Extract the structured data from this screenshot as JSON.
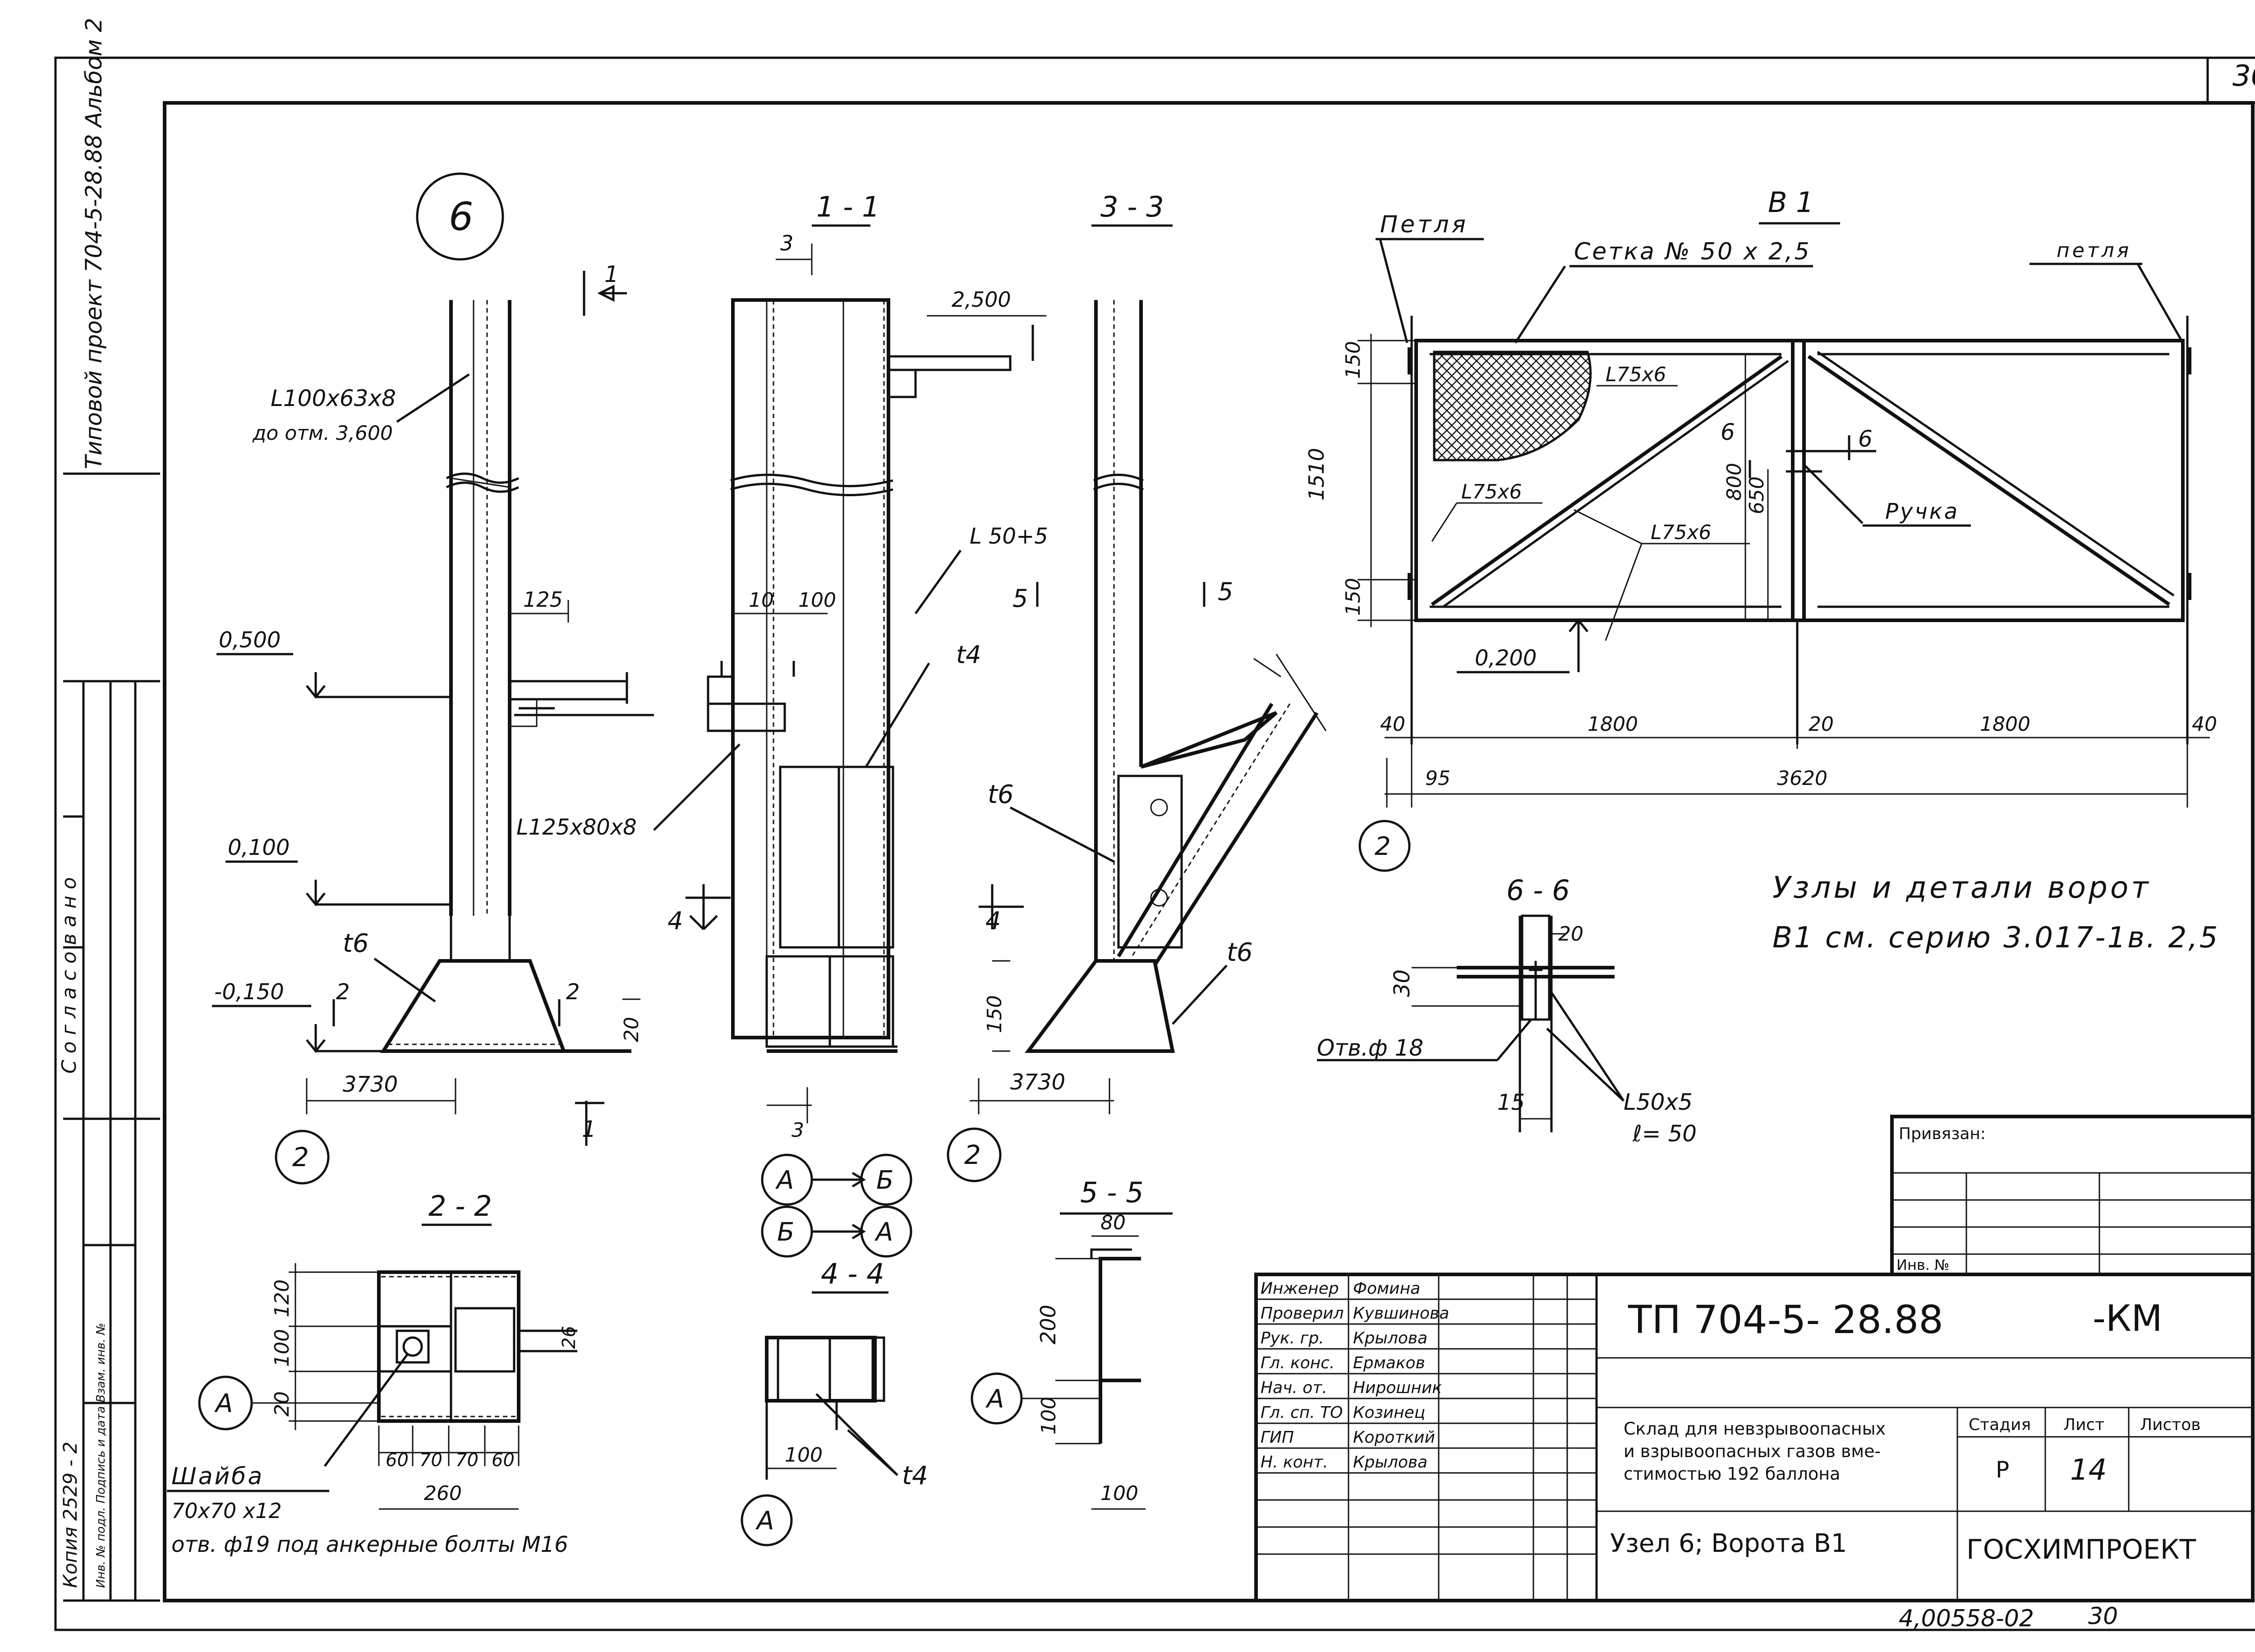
{
  "sheet": {
    "sheet_number": "30",
    "side_note": "Типовой проект 704-5-28.88 Альбом 2",
    "side_coord": "Согласовано",
    "side_inv": "Инв. № подл. Подпись и дата Взам. инв. №",
    "side_num": "Копия 2529 - 2"
  },
  "node6": {
    "badge": "6",
    "section_mark": "1",
    "l100": "L100x63x8",
    "l100_note": "до отм. 3,600",
    "dim125": "125",
    "lvl_0500": "0,500",
    "l125": "L125x80x8",
    "lvl_0100": "0,100",
    "t6": "t6",
    "lvl_m0150": "-0,150",
    "sec2": "2",
    "dim20": "20",
    "dim3730": "3730",
    "axis": "2"
  },
  "sec11": {
    "title": "1 - 1",
    "dim3": "3",
    "dim2500": "2,500",
    "l50": "L 50+5",
    "dim10": "10",
    "dim100": "100",
    "t4": "t4",
    "sec4": "4",
    "dim3b": "3",
    "axisA": "А",
    "axisB": "Б",
    "axisB2": "Б",
    "axisA2": "А"
  },
  "sec33": {
    "title": "3 - 3",
    "sec5a": "5",
    "sec5b": "5",
    "t6a": "t6",
    "t6b": "t6",
    "sec4": "4",
    "dim150": "150",
    "dim3730": "3730",
    "axis": "2"
  },
  "gate": {
    "title": "В 1",
    "petlya_l": "Петля",
    "setka": "Сетка № 50 x 2,5",
    "petlya_r": "петля",
    "dim150a": "150",
    "dim1510": "1510",
    "dim150b": "150",
    "l75a": "L75x6",
    "l75b": "L75x6",
    "l75c": "L75x6",
    "dim800": "800",
    "dim650": "650",
    "sec6a": "6",
    "sec6b": "6",
    "ruchka": "Ручка",
    "lvl_0200": "0,200",
    "dim40a": "40",
    "dim1800a": "1800",
    "dim20": "20",
    "dim1800b": "1800",
    "dim40b": "40",
    "dim95": "95",
    "dim3620": "3620",
    "axis": "2"
  },
  "note": {
    "line1": "Узлы и детали ворот",
    "line2": "В1 см. серию 3.017-1в. 2,5"
  },
  "sec66": {
    "title": "6 - 6",
    "dim20": "20",
    "dim30": "30",
    "otv": "Отв.ф 18",
    "dim15": "15",
    "l50": "L50x5",
    "l50b": "ℓ= 50"
  },
  "sec22": {
    "title": "2 - 2",
    "dim120": "120",
    "dim100": "100",
    "dim20": "20",
    "dim26": "26",
    "axisA": "А",
    "shaiba": "Шайба",
    "shaiba_size": "70x70 x12",
    "dims": [
      "60",
      "70",
      "70",
      "60"
    ],
    "dim260": "260",
    "otv": "отв. ф19 под анкерные болты М16"
  },
  "sec44": {
    "title": "4 - 4",
    "dim100": "100",
    "t4": "t4",
    "axisA": "А"
  },
  "sec55": {
    "title": "5 - 5",
    "dim80": "80",
    "dim200": "200",
    "dim100a": "100",
    "dim100b": "100",
    "axisA": "А"
  },
  "titleblock": {
    "privyazan": "Привязан:",
    "inv": "Инв. №",
    "roles": [
      "Инженер",
      "Проверил",
      "Рук. гр.",
      "Гл. конс.",
      "Нач. от.",
      "Гл. сп. ТО",
      "ГИП",
      "Н. конт."
    ],
    "names": [
      "Фомина",
      "Кувшинова",
      "Крылова",
      "Ермаков",
      "Нирошник",
      "Козинец",
      "Короткий",
      "Крылова"
    ],
    "code": "ТП 704-5- 28.88",
    "mark": "-КМ",
    "desc1": "Склад для невзрывоопасных",
    "desc2": "и взрывоопасных газов вме-",
    "desc3": "стимостью 192 баллона",
    "stage_h": "Стадия",
    "sheet_h": "Лист",
    "sheets_h": "Листов",
    "stage": "Р",
    "sheet": "14",
    "sheets": "",
    "subject": "Узел 6; Ворота В1",
    "org": "ГОСХИМПРОЕКТ",
    "stamp": "4,00558-02",
    "stamp_page": "30"
  }
}
